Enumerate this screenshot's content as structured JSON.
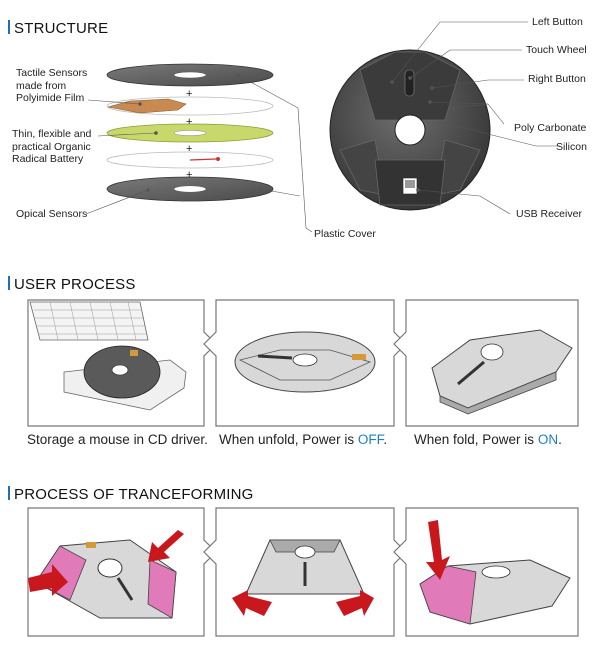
{
  "sections": {
    "structure": "STRUCTURE",
    "user_process": "USER PROCESS",
    "transforming": "PROCESS OF TRANCEFORMING"
  },
  "structure": {
    "left_labels": {
      "tactile_1": "Tactile Sensors",
      "tactile_2": "made from",
      "tactile_3": "Polyimide Film",
      "battery_1": "Thin, flexible and",
      "battery_2": "practical Organic",
      "battery_3": "Radical Battery",
      "optical": "Opical Sensors",
      "plastic": "Plastic Cover"
    },
    "right_labels": {
      "left_button": "Left Button",
      "touch_wheel": "Touch Wheel",
      "right_button": "Right Button",
      "poly": "Poly Carbonate",
      "silicon": "Silicon",
      "usb": "USB Receiver"
    },
    "plus": "+"
  },
  "user_process": {
    "cap1": "Storage a mouse in CD driver.",
    "cap2_pre": "When unfold, Power is ",
    "cap2_hl": "OFF",
    "cap2_post": ".",
    "cap3_pre": "When fold, Power is ",
    "cap3_hl": "ON",
    "cap3_post": "."
  },
  "colors": {
    "accent_blue": "#1f7fc6",
    "disc_dark": "#5e5e5e",
    "sensor_orange": "#c98a52",
    "battery_green": "#c9d86a",
    "pink": "#e07ab8",
    "arrow_red": "#c8181e",
    "panel_gray": "#d8d8d8"
  }
}
